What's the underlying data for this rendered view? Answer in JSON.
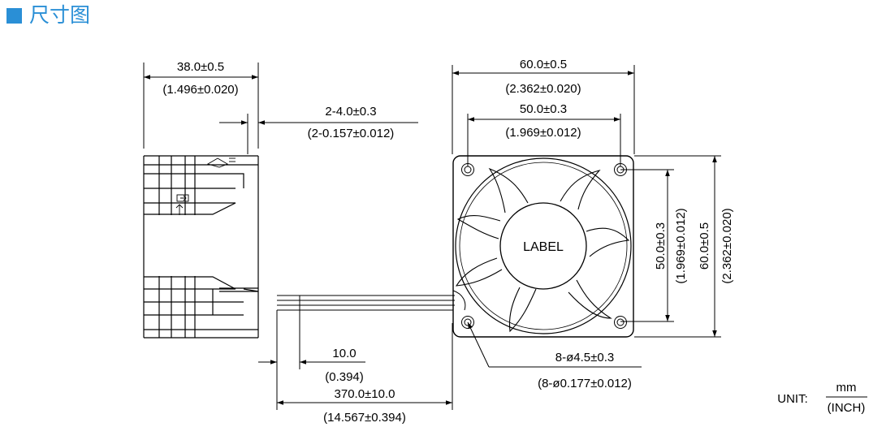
{
  "header": {
    "title": "尺寸图",
    "color": "#2a8fd6"
  },
  "side_view": {
    "width_mm": "38.0±0.5",
    "width_inch": "(1.496±0.020)",
    "rib_mm": "2-4.0±0.3",
    "rib_inch": "(2-0.157±0.012)"
  },
  "front_view": {
    "outer_w_mm": "60.0±0.5",
    "outer_w_inch": "(2.362±0.020)",
    "hole_w_mm": "50.0±0.3",
    "hole_w_inch": "(1.969±0.012)",
    "hole_h_mm": "50.0±0.3",
    "hole_h_inch": "(1.969±0.012)",
    "outer_h_mm": "60.0±0.5",
    "outer_h_inch": "(2.362±0.020)",
    "label": "LABEL",
    "holes_mm": "8-ø4.5±0.3",
    "holes_inch": "(8-ø0.177±0.012)"
  },
  "leads": {
    "strip_mm": "10.0",
    "strip_inch": "(0.394)",
    "length_mm": "370.0±10.0",
    "length_inch": "(14.567±0.394)"
  },
  "unit": {
    "label": "UNIT:",
    "num": "mm",
    "den": "(INCH)"
  }
}
